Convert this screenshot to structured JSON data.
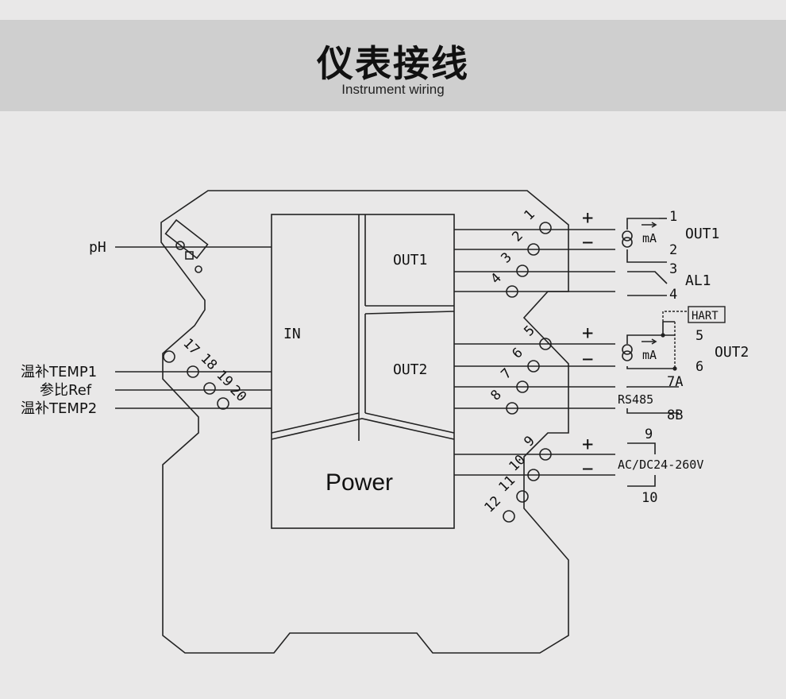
{
  "header": {
    "title": "仪表接线",
    "subtitle": "Instrument wiring"
  },
  "module": {
    "in_label": "IN",
    "out1_label": "OUT1",
    "out2_label": "OUT2",
    "power_label": "Power"
  },
  "left_terminals": {
    "ph": "pH",
    "temp1": "温补TEMP1",
    "ref": "参比Ref",
    "temp2": "温补TEMP2",
    "n17": "17",
    "n18": "18",
    "n19": "19",
    "n20": "20"
  },
  "right_terminals": {
    "t1": "1",
    "t2": "2",
    "t3": "3",
    "t4": "4",
    "t5": "5",
    "t6": "6",
    "t7": "7",
    "t8": "8",
    "t9": "9",
    "t10": "10",
    "t11": "11",
    "t12": "12"
  },
  "external": {
    "plus": "+",
    "minus": "−",
    "ma": "mA",
    "out1": "OUT1",
    "out2": "OUT2",
    "al1": "AL1",
    "hart": "HART",
    "rs485": "RS485",
    "p1": "1",
    "p2": "2",
    "p3": "3",
    "p4": "4",
    "p5": "5",
    "p6": "6",
    "p7a": "7A",
    "p8b": "8B",
    "p9": "9",
    "p10": "10",
    "supply": "AC/DC24-260V"
  }
}
